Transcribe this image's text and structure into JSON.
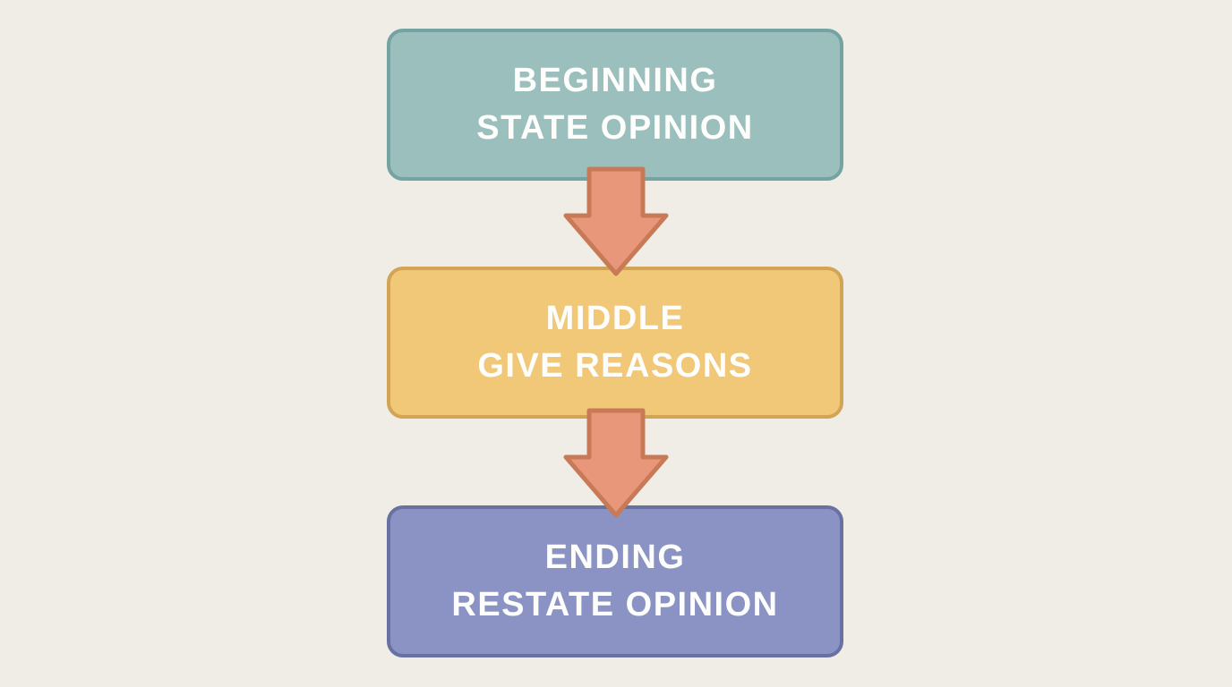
{
  "diagram": {
    "description": "Opinion writing structure flowchart",
    "background": "#f0ede7",
    "text_color": "#fdfdfb",
    "nodes": [
      {
        "id": "beginning",
        "line1": "BEGINNING",
        "line2": "STATE OPINION",
        "fill": "#9bbfbc",
        "border": "#74a3a1"
      },
      {
        "id": "middle",
        "line1": "MIDDLE",
        "line2": "GIVE REASONS",
        "fill": "#f0c878",
        "border": "#d2a556"
      },
      {
        "id": "ending",
        "line1": "ENDING",
        "line2": "RESTATE OPINION",
        "fill": "#8a93c4",
        "border": "#68719f"
      }
    ],
    "arrows": [
      {
        "id": "arrow-1",
        "direction": "down",
        "fill": "#e9977a",
        "border": "#c87a57"
      },
      {
        "id": "arrow-2",
        "direction": "down",
        "fill": "#e9977a",
        "border": "#c87a57"
      }
    ]
  }
}
